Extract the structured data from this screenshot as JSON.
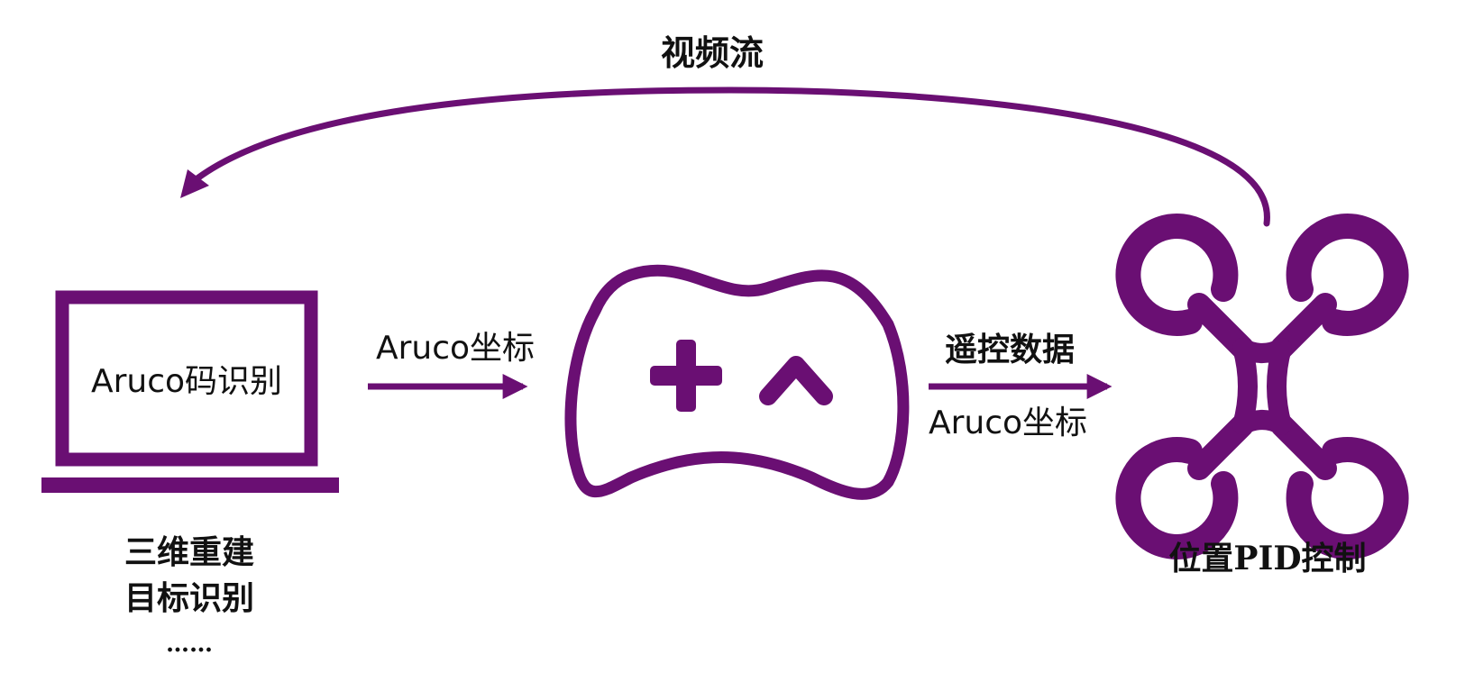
{
  "colors": {
    "accent": "#6a0f73",
    "text": "#111111"
  },
  "labels": {
    "video_stream": "视频流",
    "laptop_screen": "Aruco码识别",
    "laptop_to_controller": "Aruco坐标",
    "controller_to_drone_top": "遥控数据",
    "controller_to_drone_bottom": "Aruco坐标",
    "laptop_tasks": [
      "三维重建",
      "目标识别",
      "……"
    ],
    "drone_task": "位置PID控制"
  },
  "icons": {
    "laptop": "laptop-icon",
    "controller": "gamepad-icon",
    "drone": "quadcopter-icon"
  }
}
